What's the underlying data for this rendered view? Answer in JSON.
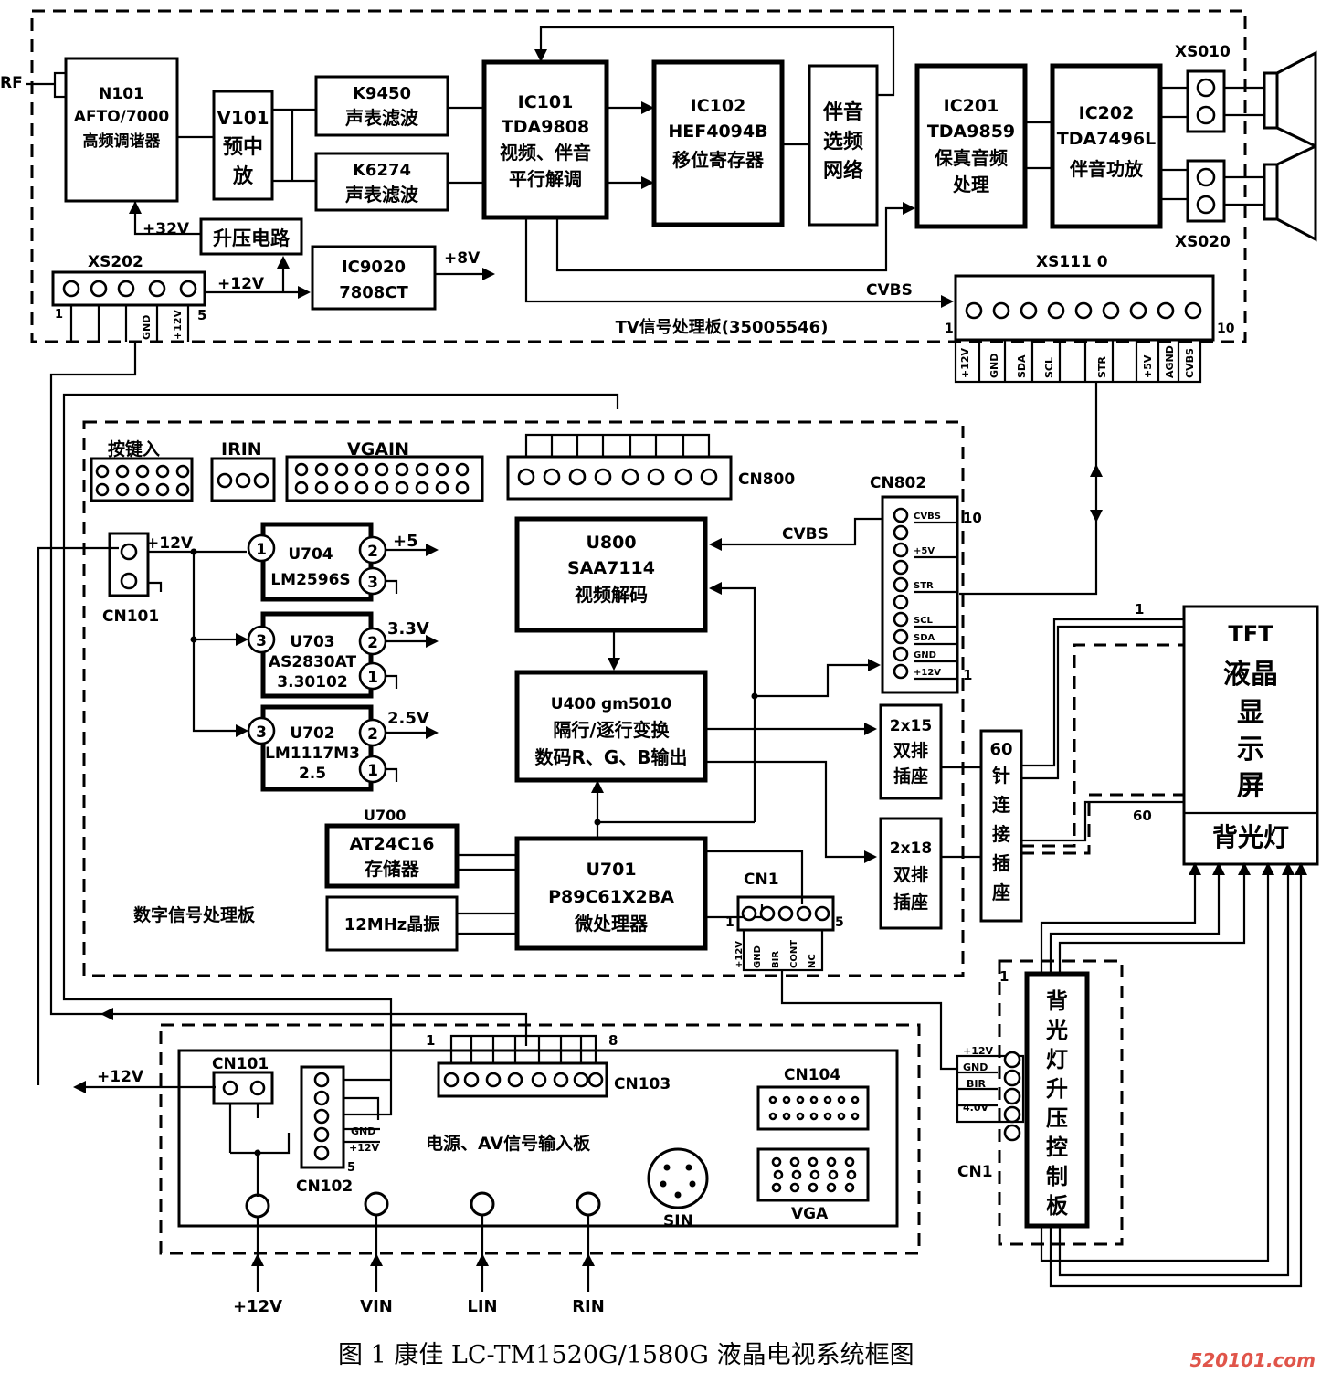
{
  "tv_board": {
    "label": "TV信号处理板(35005546)",
    "rf": "RF",
    "n101": [
      "N101",
      "AFTO/7000",
      "高频调谐器"
    ],
    "v101": [
      "V101",
      "预中",
      "放"
    ],
    "k9450": [
      "K9450",
      "声表滤波"
    ],
    "k6274": [
      "K6274",
      "声表滤波"
    ],
    "ic101": [
      "IC101",
      "TDA9808",
      "视频、伴音",
      "平行解调"
    ],
    "ic102": [
      "IC102",
      "HEF4094B",
      "移位寄存器"
    ],
    "sel": [
      "伴音",
      "选频",
      "网络"
    ],
    "ic201": [
      "IC201",
      "TDA9859",
      "保真音频",
      "处理"
    ],
    "ic202": [
      "IC202",
      "TDA7496L",
      "伴音功放"
    ],
    "xs010": "XS010",
    "xs020": "XS020",
    "plus32": "+32V",
    "boost": "升压电路",
    "xs202": "XS202",
    "xs202_pins": [
      "1",
      "GND",
      "+12V",
      "5"
    ],
    "plus12": "+12V",
    "ic9020": [
      "IC9020",
      "7808CT"
    ],
    "plus8": "+8V",
    "cvbs": "CVBS",
    "xs111": "XS111  0",
    "xs111_ends": [
      "1",
      "10"
    ],
    "xs111_pins": [
      "+12V",
      "GND",
      "SDA",
      "SCL",
      "STR",
      "+5V",
      "AGND",
      "CVBS"
    ]
  },
  "digital_board": {
    "label": "数字信号处理板",
    "keys": "按键入",
    "irin": "IRIN",
    "vgain": "VGAIN",
    "cn800": "CN800",
    "cn802": "CN802",
    "cn802_ends": [
      "10",
      "1"
    ],
    "cn802_pins": [
      "CVBS",
      "+5V",
      "STR",
      "SCL",
      "SDA",
      "GND",
      "+12V"
    ],
    "cn101": "CN101",
    "plus12": "+12V",
    "u704": [
      "U704",
      "LM2596S"
    ],
    "u704_out": "+5",
    "u703": [
      "U703",
      "AS2830AT",
      "3.30102"
    ],
    "u703_out": "3.3V",
    "u702": [
      "U702",
      "LM1117M3",
      "2.5"
    ],
    "u702_out": "2.5V",
    "pin_nums": [
      "1",
      "2",
      "3"
    ],
    "u800": [
      "U800",
      "SAA7114",
      "视频解码"
    ],
    "cvbs": "CVBS",
    "u400": [
      "U400    gm5010",
      "隔行/逐行变换",
      "数码R、G、B输出"
    ],
    "u700": "U700",
    "at24": [
      "AT24C16",
      "存储器"
    ],
    "xtal": "12MHz晶振",
    "u701": [
      "U701",
      "P89C61X2BA",
      "微处理器"
    ],
    "cn1": "CN1",
    "cn1_ends": [
      "1",
      "5"
    ],
    "cn1_pins": [
      "+12V",
      "GND",
      "BIR",
      "CONT",
      "NC"
    ],
    "s2x15": [
      "2x15",
      "双排",
      "插座"
    ],
    "s2x18": [
      "2x18",
      "双排",
      "插座"
    ]
  },
  "right": {
    "conn60": [
      "60",
      "针",
      "连",
      "接",
      "插",
      "座"
    ],
    "tft": [
      "TFT",
      "液晶",
      "显",
      "示",
      "屏"
    ],
    "backlight": "背光灯",
    "n1": "1",
    "n60": "60",
    "bl_board": [
      "背",
      "光",
      "灯",
      "升",
      "压",
      "控",
      "制",
      "板"
    ],
    "bl_n1": "1",
    "cn1": "CN1",
    "cn1_pins": [
      "+12V",
      "GND",
      "BIR",
      "4.0V"
    ]
  },
  "power_board": {
    "label": "电源、AV信号输入板",
    "cn101": "CN101",
    "cn102": "CN102",
    "cn102_pins": [
      "GND",
      "+12V"
    ],
    "cn102_n5": "5",
    "cn103": "CN103",
    "cn103_ends": [
      "1",
      "8"
    ],
    "cn104": "CN104",
    "vga": "VGA",
    "sin": "SIN",
    "plus12": "+12V",
    "inputs": [
      "+12V",
      "VIN",
      "LIN",
      "RIN"
    ]
  },
  "caption": "图 1   康佳 LC-TM1520G/1580G 液晶电视系统框图",
  "watermark": "520101.com"
}
